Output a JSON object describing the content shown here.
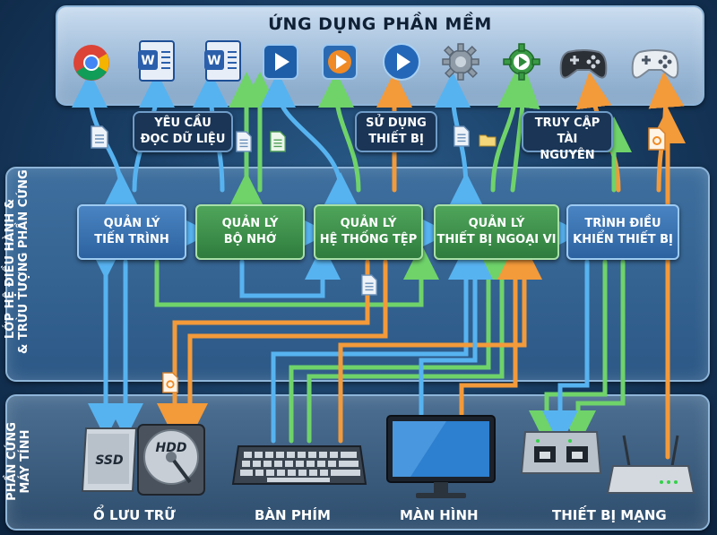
{
  "application_layer": {
    "title": "ỨNG DỤNG PHẦN MỀM"
  },
  "os_layer": {
    "label_line1": "LỚP HỆ ĐIỀU HÀNH &",
    "label_line2": "& TRỪU TƯỢNG PHẦN CỨNG",
    "modules": [
      {
        "line1": "QUẢN LÝ",
        "line2": "TIẾN TRÌNH",
        "color": "blue"
      },
      {
        "line1": "QUẢN LÝ",
        "line2": "BỘ NHỚ",
        "color": "green"
      },
      {
        "line1": "QUẢN LÝ",
        "line2": "HỆ THỐNG TỆP",
        "color": "green"
      },
      {
        "line1": "QUẢN LÝ",
        "line2": "THIẾT BỊ NGOẠI VI",
        "color": "green"
      },
      {
        "line1": "TRÌNH ĐIỀU",
        "line2": "KHIỂN THIẾT BỊ",
        "color": "blue"
      }
    ]
  },
  "callouts": {
    "read_data": {
      "line1": "YÊU CẦU",
      "line2": "ĐỌC DỮ LIỆU"
    },
    "use_device": {
      "line1": "SỬ DỤNG",
      "line2": "THIẾT BỊ"
    },
    "access_resource": {
      "line1": "TRUY CẬP",
      "line2": "TÀI NGUYÊN"
    }
  },
  "hardware_layer": {
    "label_line1": "PHẦN CỨNG",
    "label_line2": "MÁY TÍNH",
    "groups": [
      {
        "label": "Ổ LƯU TRỮ"
      },
      {
        "label": "BÀN PHÍM"
      },
      {
        "label": "MÀN HÌNH"
      },
      {
        "label": "THIẾT BỊ MẠNG"
      }
    ],
    "ssd_text": "SSD",
    "hdd_text": "HDD"
  },
  "apps": [
    {
      "icon": "chrome-icon"
    },
    {
      "icon": "word-doc-icon"
    },
    {
      "icon": "word-doc-icon"
    },
    {
      "icon": "media-player-icon"
    },
    {
      "icon": "media-player-orange-icon"
    },
    {
      "icon": "play-circle-icon"
    },
    {
      "icon": "gear-icon"
    },
    {
      "icon": "gear-play-icon"
    },
    {
      "icon": "gamepad-dark-icon"
    },
    {
      "icon": "gamepad-light-icon"
    }
  ],
  "colors": {
    "blue_arrow": "#57b3f0",
    "green_arrow": "#6fd36a",
    "orange_arrow": "#f39a3a",
    "blue_module": "#3b74b5",
    "green_module": "#3e9149"
  }
}
